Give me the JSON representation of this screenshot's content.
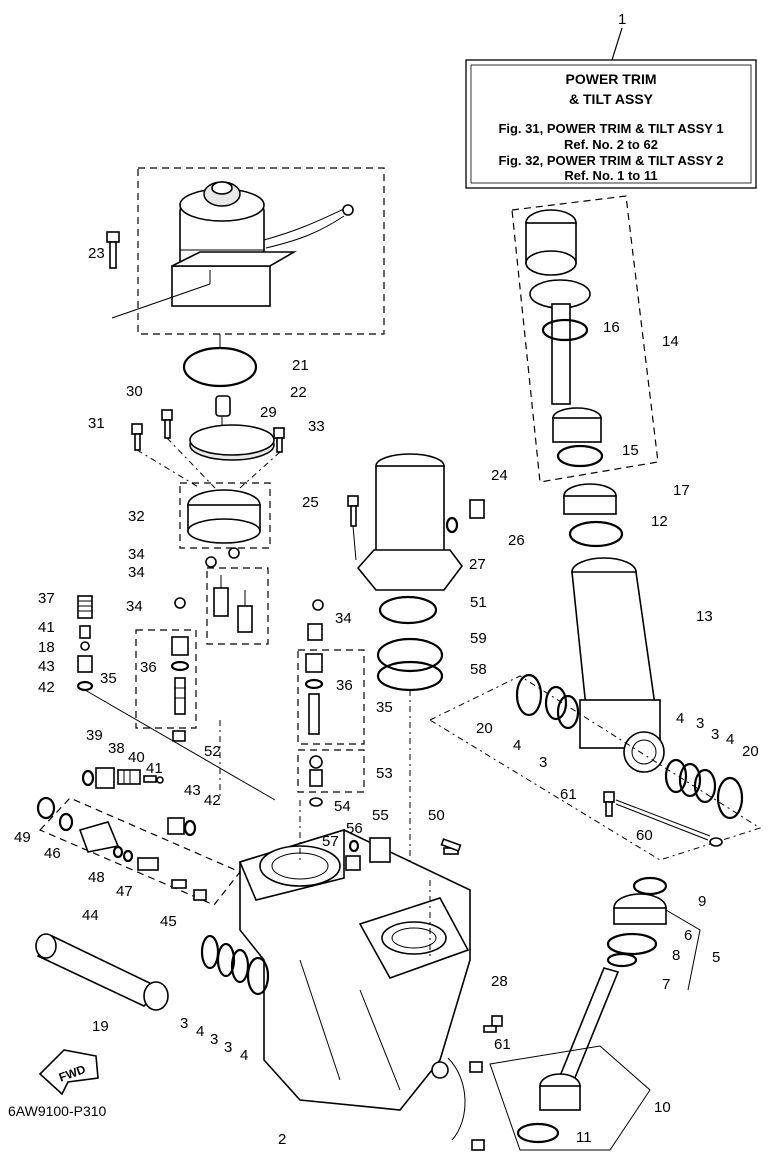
{
  "title_box": {
    "ref": "1",
    "line1": "POWER TRIM",
    "line2": "& TILT ASSY",
    "line3": "Fig. 31, POWER TRIM & TILT ASSY 1",
    "line4": "Ref. No. 2 to 62",
    "line5": "Fig. 32, POWER TRIM & TILT ASSY 2",
    "line6": "Ref. No. 1 to 11"
  },
  "drawing_code": "6AW9100-P310",
  "fwd_label": "FWD",
  "callouts": [
    "2",
    "3",
    "4",
    "5",
    "6",
    "7",
    "8",
    "9",
    "10",
    "11",
    "12",
    "13",
    "14",
    "15",
    "16",
    "17",
    "18",
    "19",
    "20",
    "21",
    "22",
    "23",
    "24",
    "25",
    "26",
    "27",
    "28",
    "29",
    "30",
    "31",
    "32",
    "33",
    "34",
    "35",
    "36",
    "37",
    "38",
    "39",
    "40",
    "41",
    "42",
    "43",
    "44",
    "45",
    "46",
    "47",
    "48",
    "49",
    "50",
    "51",
    "52",
    "53",
    "54",
    "55",
    "56",
    "57",
    "58",
    "59",
    "60",
    "61"
  ]
}
